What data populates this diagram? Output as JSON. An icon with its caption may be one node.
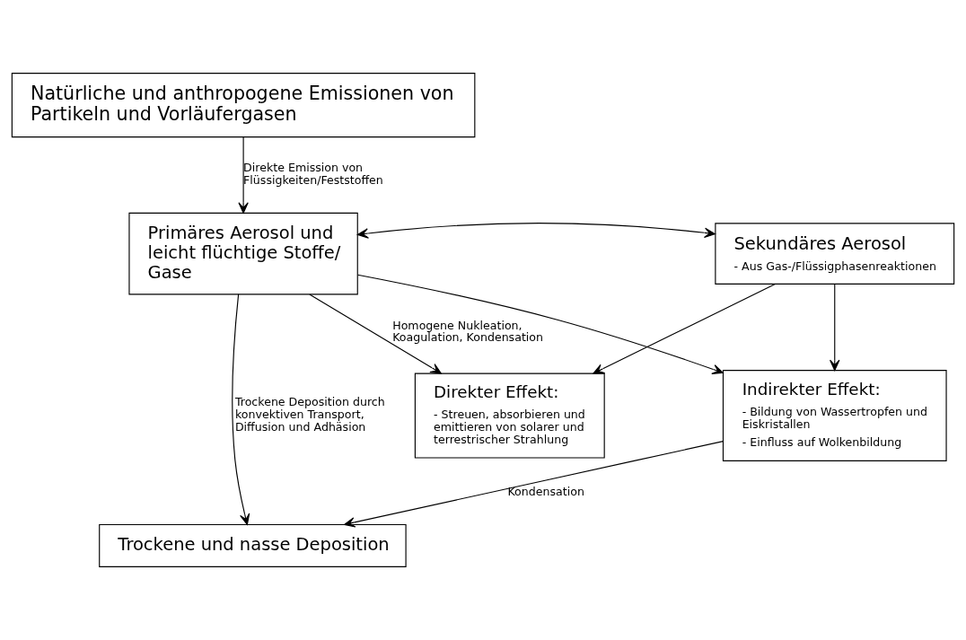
{
  "diagram": {
    "nodes": [
      {
        "text": [
          "Natürliche und anthropogene Emissionen von Partikeln und Vorläufergasen"
        ]
      },
      {
        "text": [
          "Primäres Aerosol und leicht flüchtige Stoffe/ Gase"
        ]
      },
      {
        "text": [
          "Sekundäres Aerosol",
          "- Aus Gas-/Flüssigphasenreaktionen"
        ]
      },
      {
        "text": [
          "Direkter Effekt:",
          "- Streuen, absorbieren und emittieren von solarer und terrestrischer Strahlung"
        ]
      },
      {
        "text": [
          "Indirekter Effekt:",
          "- Bildung von Wassertropfen und Eiskristallen",
          "- Einfluss auf Wolkenbildung"
        ]
      },
      {
        "text": [
          "Trockene und nasse Deposition"
        ]
      }
    ],
    "edges": [
      {
        "from": 0,
        "to": 1,
        "arrow": "to",
        "label": "Direkte Emission von Flüssigkeiten/Feststoffen"
      },
      {
        "from": 1,
        "to": 2,
        "arrow": "both"
      },
      {
        "from": 1,
        "to": 3,
        "arrow": "to",
        "label": "Homogene Nukleation, Koagulation, Kondensation"
      },
      {
        "from": 1,
        "to": 4,
        "arrow": "to"
      },
      {
        "from": 2,
        "to": 3,
        "arrow": "to"
      },
      {
        "from": 2,
        "to": 4,
        "arrow": "to"
      },
      {
        "from": 1,
        "to": 5,
        "arrow": "to",
        "label": "Trockene Deposition durch konvektiven Transport, Diffusion und Adhäsion"
      },
      {
        "from": 4,
        "to": 5,
        "arrow": "to",
        "label": "Kondensation"
      }
    ]
  }
}
